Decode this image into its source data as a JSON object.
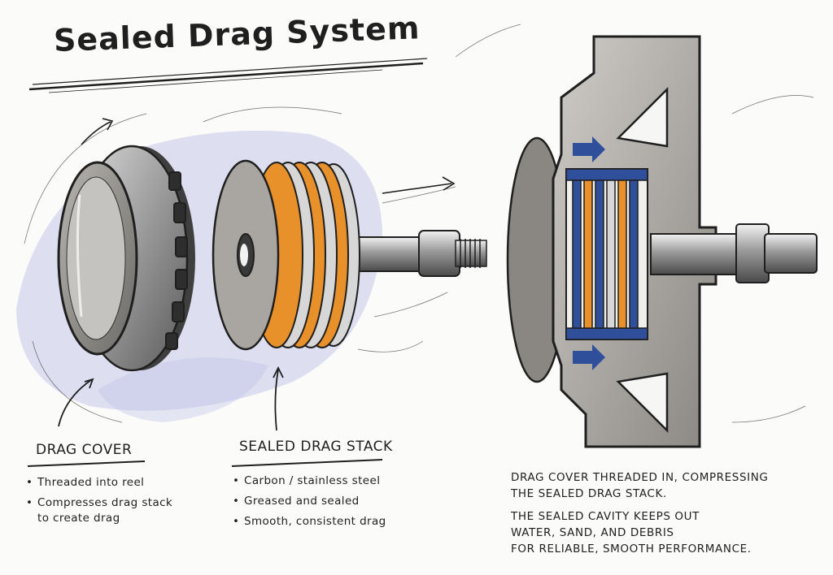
{
  "title": "Sealed Drag System",
  "labels": {
    "drag_cover": {
      "heading": "Drag Cover",
      "bullets": [
        "Threaded into reel",
        "Compresses drag stack",
        "to create drag"
      ]
    },
    "drag_stack": {
      "heading": "Sealed Drag Stack",
      "bullets": [
        "Carbon / stainless steel",
        "Greased and sealed",
        "Smooth, consistent drag"
      ]
    }
  },
  "notes": {
    "line1": "DRAG COVER THREADED IN, COMPRESSING",
    "line2": "THE SEALED DRAG STACK.",
    "line3": "THE SEALED CAVITY KEEPS OUT",
    "line4": "WATER, SAND, AND DEBRIS",
    "line5": "FOR RELIABLE, SMOOTH PERFORMANCE."
  },
  "colors": {
    "ink": "#1f1f1f",
    "carbon_washer": "#e8902a",
    "steel_washer": "#d7d7d7",
    "seal_blue": "#2f4f9a",
    "shadow_wash": "#b9bde6",
    "housing_gray": "#bdbab6"
  },
  "icons": [
    "curved-arrow-icon",
    "flow-arrow-icon"
  ]
}
